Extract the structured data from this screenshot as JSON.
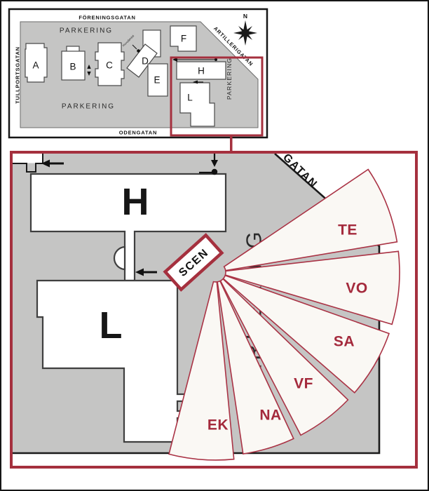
{
  "page": {
    "description": "School campus orientation map with stage and program sections"
  },
  "colors": {
    "accent_red": "#a5303e",
    "section_border": "#aa3345",
    "section_fill": "#faf8f4",
    "section_text": "#a42a3c",
    "map_gray": "#c5c5c4"
  },
  "overview_map": {
    "streets": {
      "top": "FÖRENINGSGATAN",
      "bottom": "ODENGATAN",
      "left": "TULLPORTSGATAN",
      "diagonal": "ARTILLERIGATAN"
    },
    "parking_top": "PARKERING",
    "parking_bottom": "PARKERING",
    "parking_right": "PARKERING",
    "compass": "N",
    "entrance_label": "Huvudentré",
    "buildings": {
      "a": "A",
      "b": "B",
      "c": "C",
      "d": "D",
      "e": "E",
      "f": "F",
      "h": "H",
      "l": "L"
    }
  },
  "detail_map": {
    "street_fragment": "GATAN",
    "parking": "PARKERING",
    "building_h": "H",
    "building_l": "L",
    "stage": "SCEN",
    "sections": [
      {
        "code": "TE"
      },
      {
        "code": "VO"
      },
      {
        "code": "SA"
      },
      {
        "code": "VF"
      },
      {
        "code": "NA"
      },
      {
        "code": "EK"
      }
    ]
  }
}
